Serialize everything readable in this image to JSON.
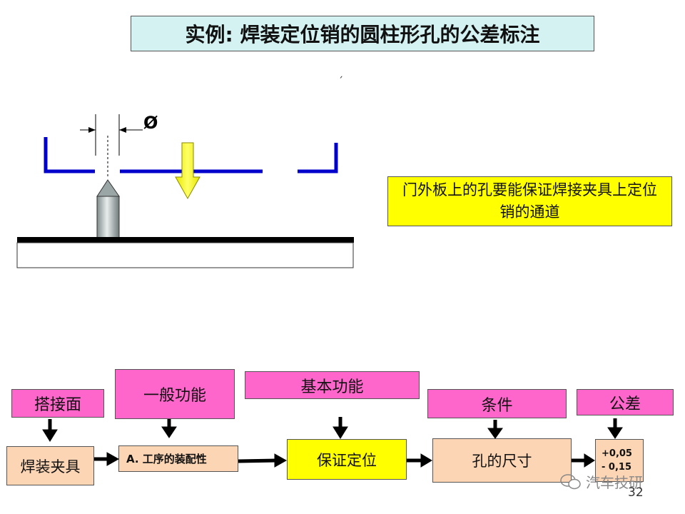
{
  "title": "实例: 焊装定位销的圆柱形孔的公差标注",
  "tick": "ˏ",
  "diagram": {
    "diameter_symbol": "Ø"
  },
  "note": "门外板上的孔要能保证焊接夹具上定位销的通道",
  "flow": {
    "labels": {
      "contact_surface": "搭接面",
      "general_function": "一般功能",
      "basic_function": "基本功能",
      "condition": "条件",
      "tolerance": "公差"
    },
    "boxes": {
      "fixture": "焊装夹具",
      "process": "A. 工序的装配性",
      "positioning": "保证定位",
      "hole_size": "孔的尺寸",
      "tol_upper": "+0,05",
      "tol_lower": "- 0,15"
    }
  },
  "watermark": "汽车技研",
  "page_number": "32",
  "colors": {
    "title_bg": "#d4f2f2",
    "note_bg": "#ffff00",
    "label_bg": "#ff66cc",
    "box_bg": "#fcd5b4",
    "highlight_bg": "#ffff00",
    "panel_blue": "#0000cc"
  }
}
